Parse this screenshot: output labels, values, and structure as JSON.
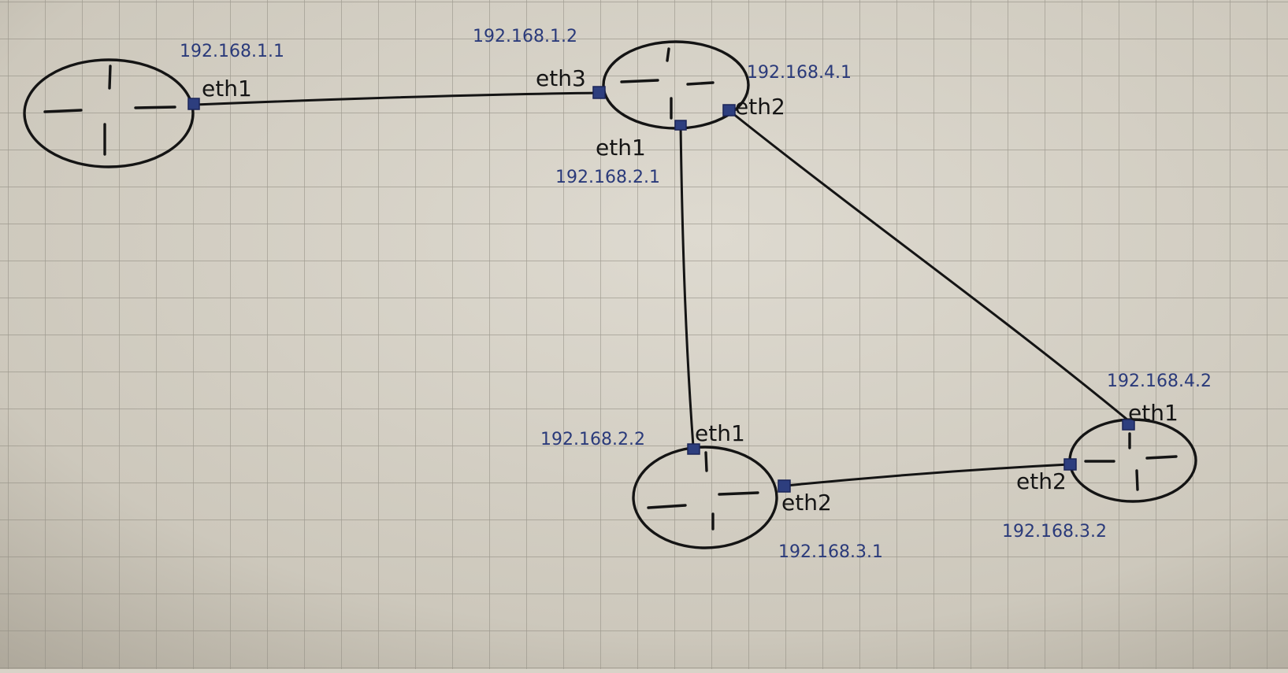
{
  "diagram": {
    "colors": {
      "paper_light": "#ddd9cf",
      "paper_dark": "#b7b1a5",
      "grid": "#8f8a80",
      "ink": "#141414",
      "blue_ink": "#2a3a7a",
      "port": "#2d3e7e"
    },
    "routers": [
      {
        "id": "r-left"
      },
      {
        "id": "r-top"
      },
      {
        "id": "r-bottom"
      },
      {
        "id": "r-right"
      }
    ],
    "interfaces": {
      "left_eth1": {
        "name": "eth1",
        "ip": "192.168.1.1"
      },
      "top_eth3": {
        "name": "eth3",
        "ip": "192.168.1.2"
      },
      "top_eth2": {
        "name": "eth2",
        "ip": "192.168.4.1"
      },
      "top_eth1": {
        "name": "eth1",
        "ip": "192.168.2.1"
      },
      "bottom_eth1": {
        "name": "eth1",
        "ip": "192.168.2.2"
      },
      "bottom_eth2": {
        "name": "eth2",
        "ip": "192.168.3.1"
      },
      "right_eth1": {
        "name": "eth1",
        "ip": "192.168.4.2"
      },
      "right_eth2": {
        "name": "eth2",
        "ip": "192.168.3.2"
      }
    },
    "links": [
      {
        "from": "left_eth1",
        "to": "top_eth3"
      },
      {
        "from": "top_eth1",
        "to": "bottom_eth1"
      },
      {
        "from": "top_eth2",
        "to": "right_eth1"
      },
      {
        "from": "bottom_eth2",
        "to": "right_eth2"
      }
    ]
  }
}
